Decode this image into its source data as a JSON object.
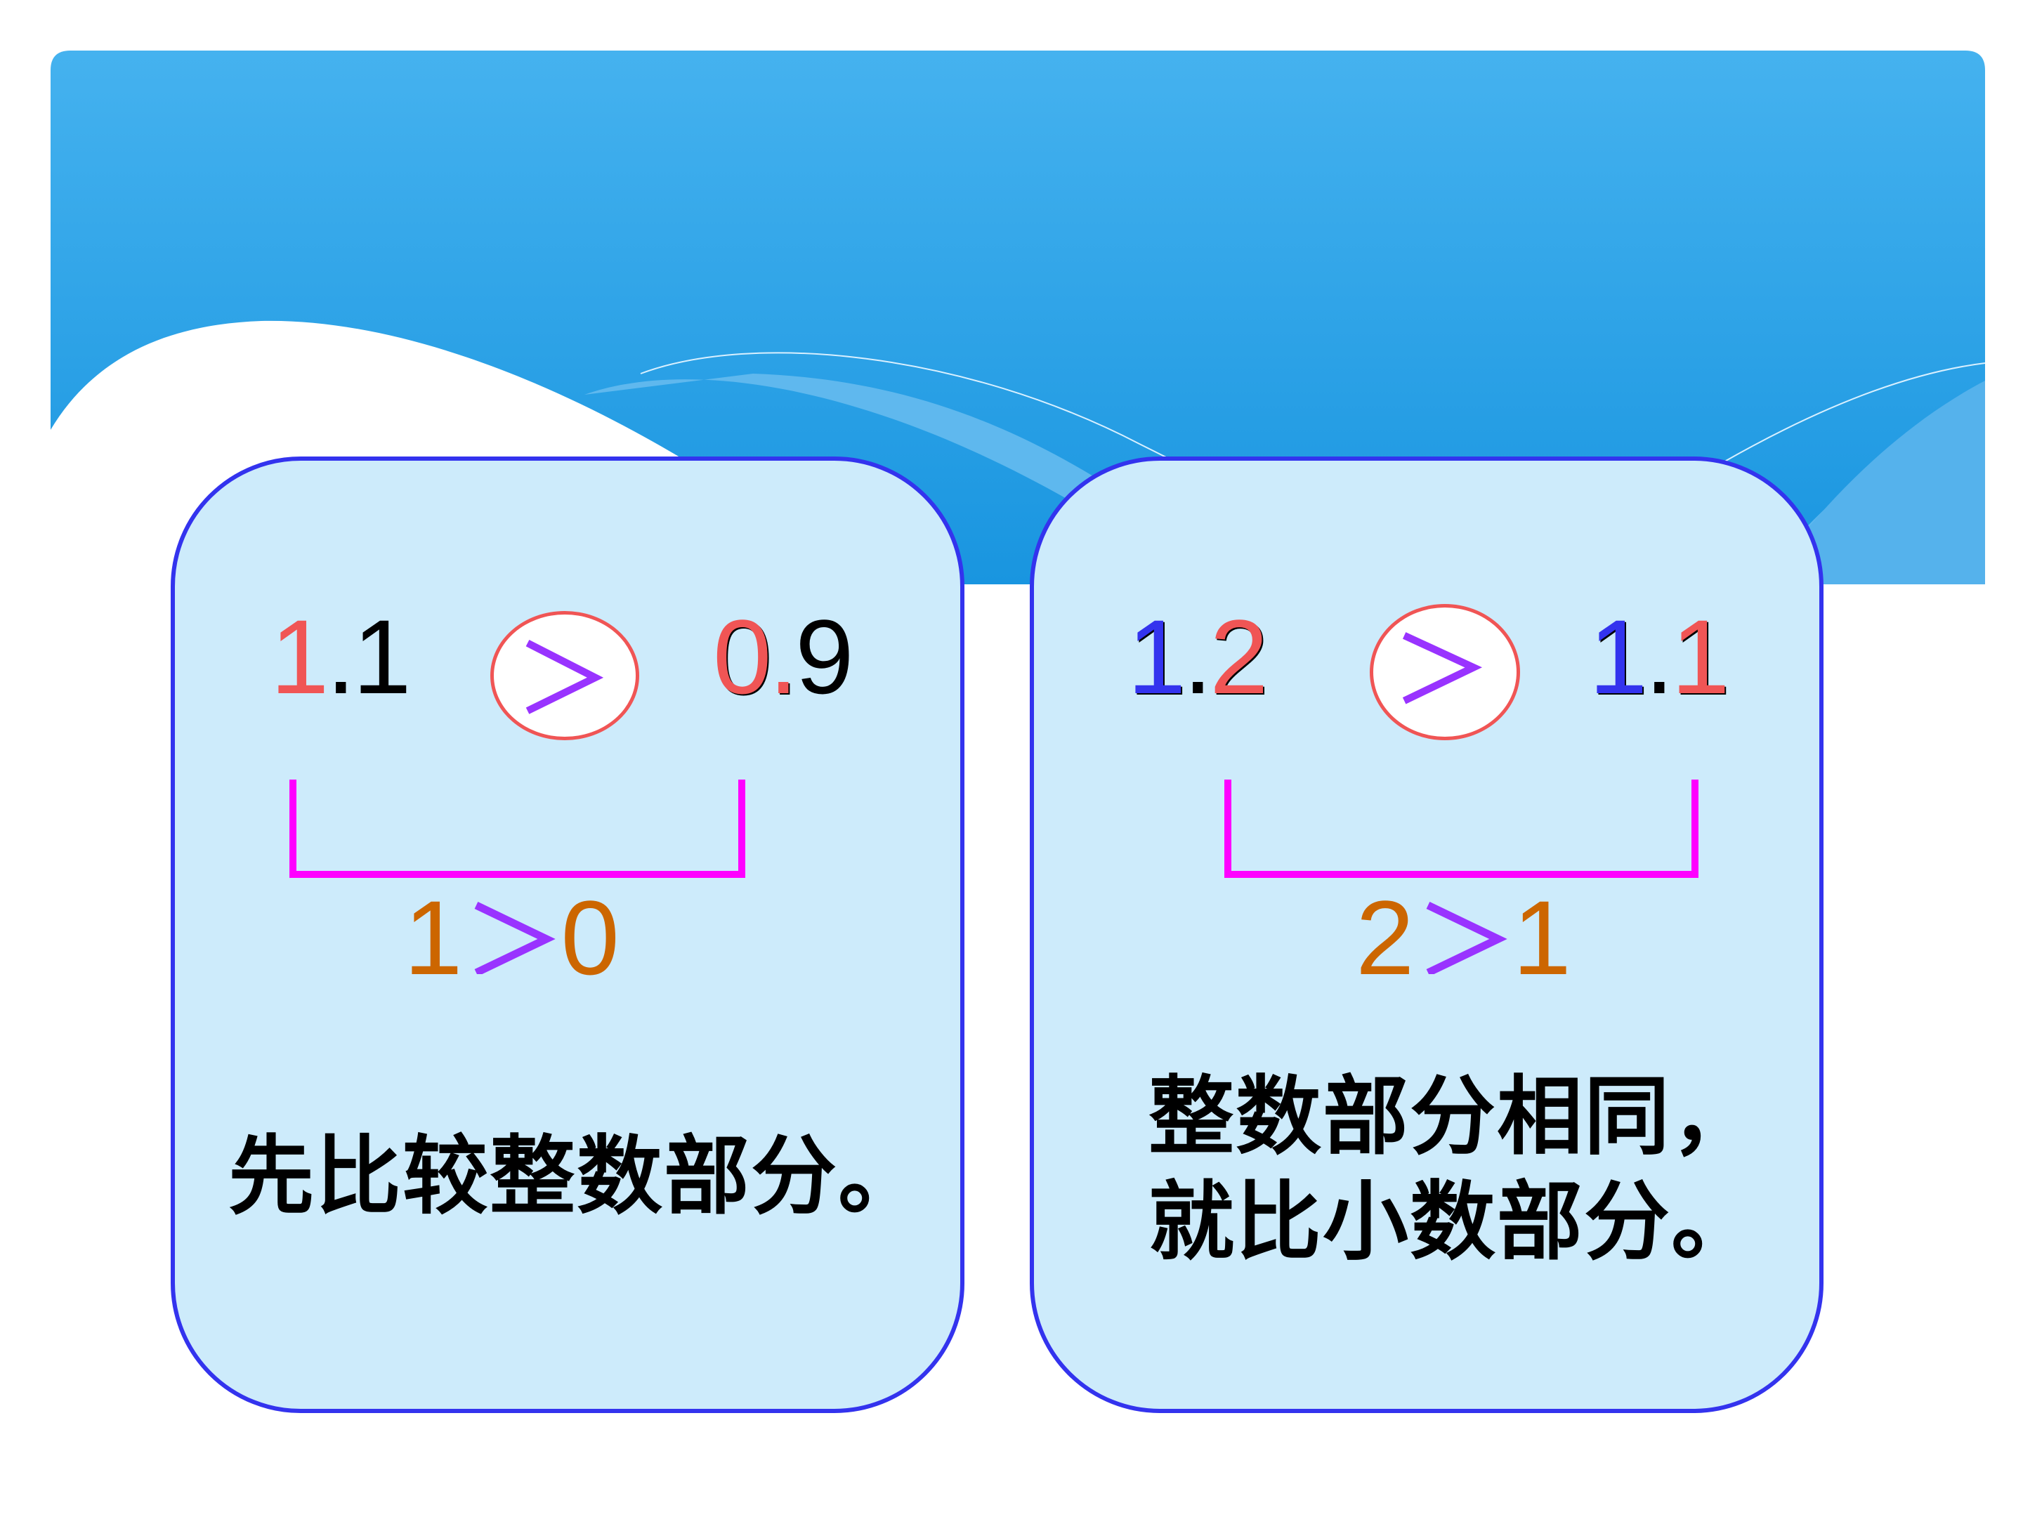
{
  "colors": {
    "header_top": "#45b2ef",
    "header_bottom": "#1796e0",
    "card_fill": "#cdebfb",
    "card_border": "#3333ee",
    "highlight_red": "#f05555",
    "highlight_blue": "#3333ee",
    "symbol_purple": "#9933ff",
    "bracket_magenta": "#ff00ff",
    "result_orange": "#cc6600"
  },
  "left_card": {
    "left_number": {
      "integer": "1",
      "dot": ".",
      "decimal": "1"
    },
    "symbol": ">",
    "right_number": {
      "integer": "0",
      "dot": ".",
      "decimal": "9"
    },
    "result": {
      "a": "1",
      "op": ">",
      "b": "0"
    },
    "caption": "先比较整数部分。"
  },
  "right_card": {
    "left_number": {
      "integer": "1",
      "dot": ".",
      "decimal": "2"
    },
    "symbol": ">",
    "right_number": {
      "integer": "1",
      "dot": ".",
      "decimal": "1"
    },
    "result": {
      "a": "2",
      "op": ">",
      "b": "1"
    },
    "caption_line1": "整数部分相同，",
    "caption_line2": "就比小数部分。"
  }
}
